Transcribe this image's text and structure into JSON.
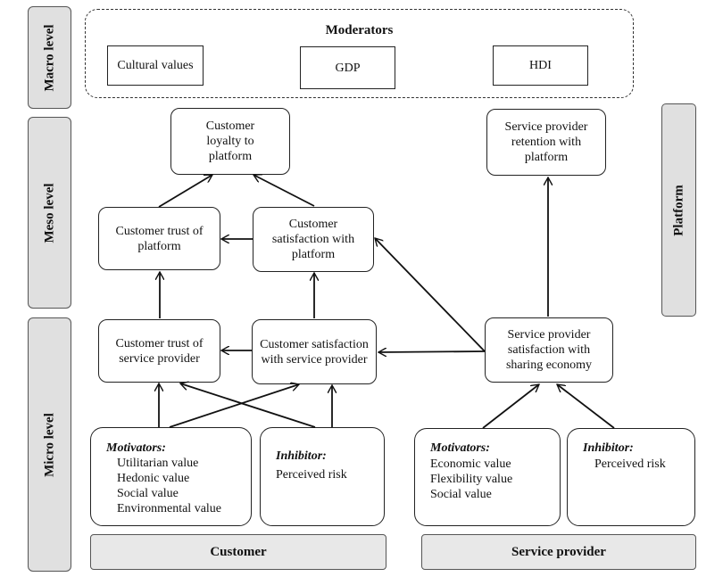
{
  "levels": {
    "macro": "Macro level",
    "meso": "Meso level",
    "micro": "Micro level"
  },
  "moderators": {
    "title": "Moderators",
    "cultural": "Cultural values",
    "gdp": "GDP",
    "hdi": "HDI"
  },
  "platform_label": "Platform",
  "nodes": {
    "customer_loyalty": "Customer loyalty to platform",
    "sp_retention": "Service provider retention with platform",
    "trust_platform": "Customer trust of platform",
    "satisfaction_platform": "Customer satisfaction with platform",
    "trust_sp": "Customer trust of service provider",
    "satisfaction_sp": "Customer satisfaction with service provider",
    "sp_satisfaction": "Service provider satisfaction with sharing economy"
  },
  "customer_motivators": {
    "heading": "Motivators:",
    "items": [
      "Utilitarian value",
      "Hedonic value",
      "Social value",
      "Environmental value"
    ]
  },
  "customer_inhibitor": {
    "heading": "Inhibitor:",
    "items": [
      "Perceived risk"
    ]
  },
  "sp_motivators": {
    "heading": "Motivators:",
    "items": [
      "Economic value",
      "Flexibility value",
      "Social value"
    ]
  },
  "sp_inhibitor": {
    "heading": "Inhibitor:",
    "items": [
      "Perceived risk"
    ]
  },
  "footers": {
    "customer": "Customer",
    "service_provider": "Service provider"
  }
}
